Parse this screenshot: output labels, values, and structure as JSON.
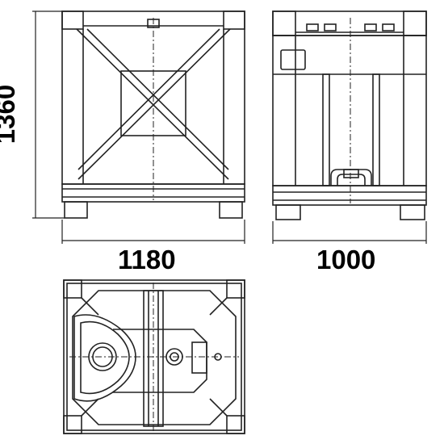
{
  "dimensions": {
    "height": "1360",
    "width": "1180",
    "depth": "1000"
  },
  "colors": {
    "stroke": "#222222",
    "background": "#ffffff"
  }
}
